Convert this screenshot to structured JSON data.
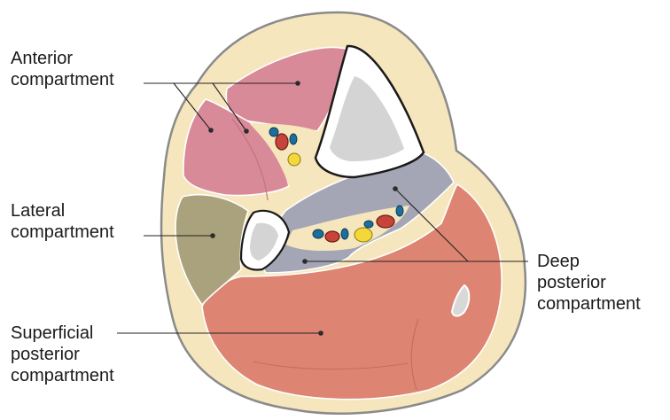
{
  "labels": {
    "anterior": [
      "Anterior",
      "compartment"
    ],
    "lateral": [
      "Lateral",
      "compartment"
    ],
    "superficial_posterior": [
      "Superficial",
      "posterior",
      "compartment"
    ],
    "deep_posterior": [
      "Deep",
      "posterior",
      "compartment"
    ]
  },
  "colors": {
    "skin_outline": "#8a8a8a",
    "subcutaneous_fat": "#f6e6bd",
    "anterior_muscle": "#d98a98",
    "lateral_muscle": "#a9a27c",
    "superficial_posterior_muscle": "#dd8572",
    "deep_posterior_muscle": "#a4a6b6",
    "bone": "#dcdcdc",
    "artery": "#c8443a",
    "vein": "#1c6f9c",
    "nerve": "#f4d73a"
  }
}
